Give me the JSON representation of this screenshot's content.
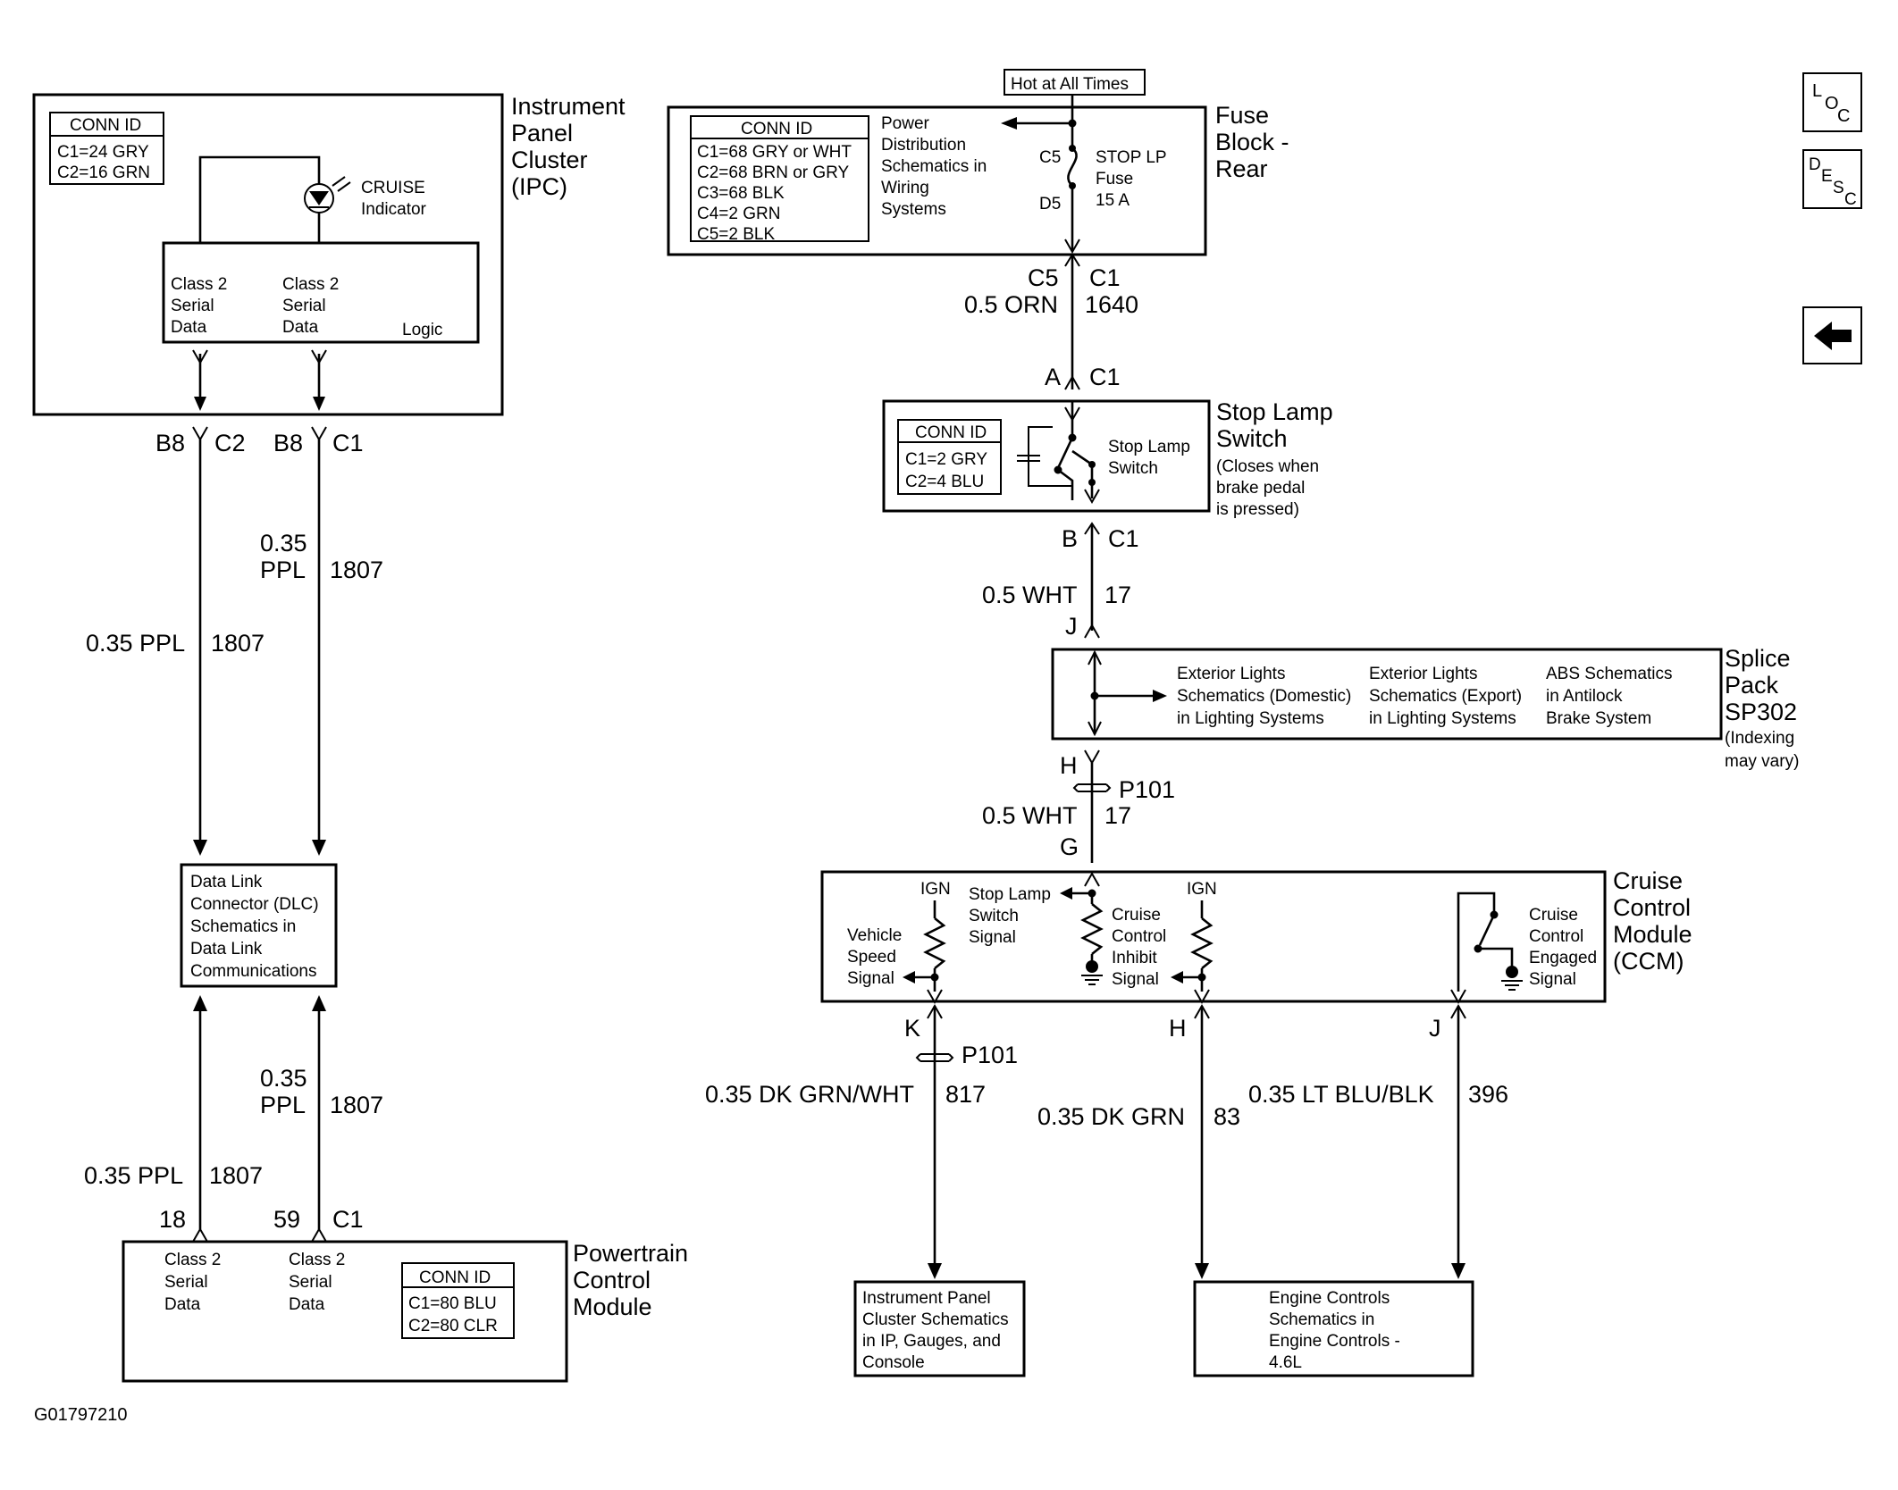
{
  "diagram_id": "G01797210",
  "nav": {
    "loc": {
      "l": "L",
      "o": "O",
      "c": "C"
    },
    "desc": {
      "d": "D",
      "e": "E",
      "s": "S",
      "c": "C"
    },
    "back_glyph": "arrow-left-icon"
  },
  "ipc": {
    "title": [
      "Instrument",
      "Panel",
      "Cluster",
      "(IPC)"
    ],
    "conn_header": "CONN ID",
    "conn_rows": [
      "C1=24 GRY",
      "C2=16 GRN"
    ],
    "indicator": [
      "CRUISE",
      "Indicator"
    ],
    "col1": [
      "Class 2",
      "Serial",
      "Data"
    ],
    "col2": [
      "Class 2",
      "Serial",
      "Data"
    ],
    "logic": "Logic",
    "pin_left": {
      "pin": "B8",
      "conn": "C2"
    },
    "pin_right": {
      "pin": "B8",
      "conn": "C1"
    }
  },
  "wires_left": {
    "w1": {
      "size": "0.35 PPL",
      "circuit": "1807"
    },
    "w2": {
      "size_a": "0.35",
      "size_b": "PPL",
      "circuit": "1807"
    },
    "w3": {
      "size_a": "0.35",
      "size_b": "PPL",
      "circuit": "1807"
    },
    "w4": {
      "size": "0.35 PPL",
      "circuit": "1807"
    }
  },
  "dlc": {
    "lines": [
      "Data Link",
      "Connector (DLC)",
      "Schematics in",
      "Data Link",
      "Communications"
    ]
  },
  "pcm": {
    "title": [
      "Powertrain",
      "Control",
      "Module"
    ],
    "pin_left": "18",
    "pin_right": {
      "pin": "59",
      "conn": "C1"
    },
    "col1": [
      "Class 2",
      "Serial",
      "Data"
    ],
    "col2": [
      "Class 2",
      "Serial",
      "Data"
    ],
    "conn_header": "CONN ID",
    "conn_rows": [
      "C1=80 BLU",
      "C2=80 CLR"
    ]
  },
  "fuse_block": {
    "hot": "Hot at All Times",
    "title": [
      "Fuse",
      "Block -",
      "Rear"
    ],
    "conn_header": "CONN ID",
    "conn_rows": [
      "C1=68 GRY or WHT",
      "C2=68 BRN or GRY",
      "C3=68 BLK",
      "C4=2 GRN",
      "C5=2 BLK"
    ],
    "power_dist": [
      "Power",
      "Distribution",
      "Schematics in",
      "Wiring",
      "Systems"
    ],
    "c5": "C5",
    "d5": "D5",
    "fuse": [
      "STOP LP",
      "Fuse",
      "15 A"
    ],
    "pin": {
      "pin": "C5",
      "conn": "C1"
    },
    "wire": {
      "size": "0.5 ORN",
      "circuit": "1640"
    }
  },
  "stop_lamp": {
    "pin_top": {
      "pin": "A",
      "conn": "C1"
    },
    "title": [
      "Stop Lamp",
      "Switch",
      "(Closes when",
      "brake pedal",
      "is pressed)"
    ],
    "conn_header": "CONN ID",
    "conn_rows": [
      "C1=2 GRY",
      "C2=4 BLU"
    ],
    "inner": [
      "Stop Lamp",
      "Switch"
    ],
    "pin_bottom": {
      "pin": "B",
      "conn": "C1"
    },
    "wire": {
      "size": "0.5 WHT",
      "circuit": "17"
    },
    "pin_j": "J"
  },
  "splice": {
    "title": [
      "Splice",
      "Pack",
      "SP302",
      "(Indexing",
      "may vary)"
    ],
    "ext_dom": [
      "Exterior Lights",
      "Schematics (Domestic)",
      "in Lighting Systems"
    ],
    "ext_exp": [
      "Exterior Lights",
      "Schematics (Export)",
      "in Lighting Systems"
    ],
    "abs": [
      "ABS Schematics",
      "in Antilock",
      "Brake System"
    ],
    "pin_h": "H",
    "p101": "P101",
    "wire": {
      "size": "0.5 WHT",
      "circuit": "17"
    },
    "pin_g": "G"
  },
  "ccm": {
    "title": [
      "Cruise",
      "Control",
      "Module",
      "(CCM)"
    ],
    "ign1": "IGN",
    "ign2": "IGN",
    "vss": [
      "Vehicle",
      "Speed",
      "Signal"
    ],
    "sls": [
      "Stop Lamp",
      "Switch",
      "Signal"
    ],
    "inhibit": [
      "Cruise",
      "Control",
      "Inhibit",
      "Signal"
    ],
    "engaged": [
      "Cruise",
      "Control",
      "Engaged",
      "Signal"
    ],
    "pin_k": "K",
    "p101": "P101",
    "pin_h": "H",
    "pin_j": "J",
    "wire_k": {
      "size": "0.35 DK GRN/WHT",
      "circuit": "817"
    },
    "wire_h": {
      "size": "0.35 DK GRN",
      "circuit": "83"
    },
    "wire_j": {
      "size": "0.35 LT BLU/BLK",
      "circuit": "396"
    }
  },
  "ipc_ref": {
    "lines": [
      "Instrument Panel",
      "Cluster Schematics",
      "in IP, Gauges, and",
      "Console"
    ]
  },
  "engine_ref": {
    "lines": [
      "Engine Controls",
      "Schematics in",
      "Engine Controls -",
      "4.6L"
    ]
  }
}
